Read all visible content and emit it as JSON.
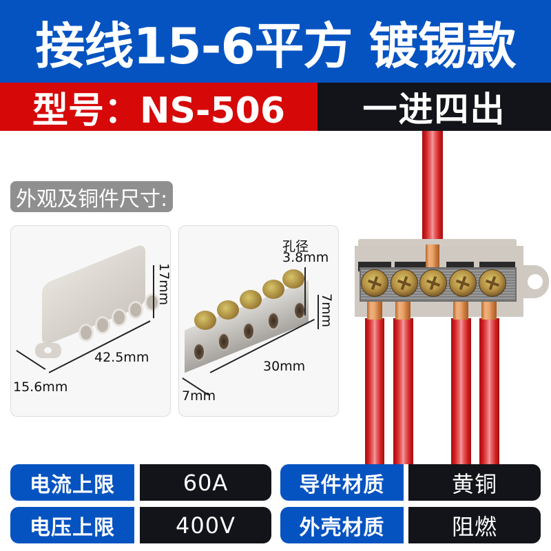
{
  "header": {
    "title": "接线15-6平方 镀锡款",
    "model": "型号：NS-506",
    "configuration": "一进四出"
  },
  "dimensions_section": {
    "label": "外观及铜件尺寸:",
    "enclosure": {
      "height": "17mm",
      "length": "42.5mm",
      "width": "15.6mm"
    },
    "copper_bar": {
      "hole_label": "孔径",
      "hole_diameter": "3.8mm",
      "height": "7mm",
      "length": "30mm",
      "width": "7mm"
    }
  },
  "specs": [
    {
      "label": "电流上限",
      "value": "60A"
    },
    {
      "label": "导件材质",
      "value": "黄铜"
    },
    {
      "label": "电压上限",
      "value": "400V"
    },
    {
      "label": "外壳材质",
      "value": "阻燃"
    }
  ],
  "colors": {
    "brand_blue": "#0553c1",
    "accent_red": "#d60808",
    "dark": "#121419",
    "label_gray": "#8f8f8f"
  }
}
